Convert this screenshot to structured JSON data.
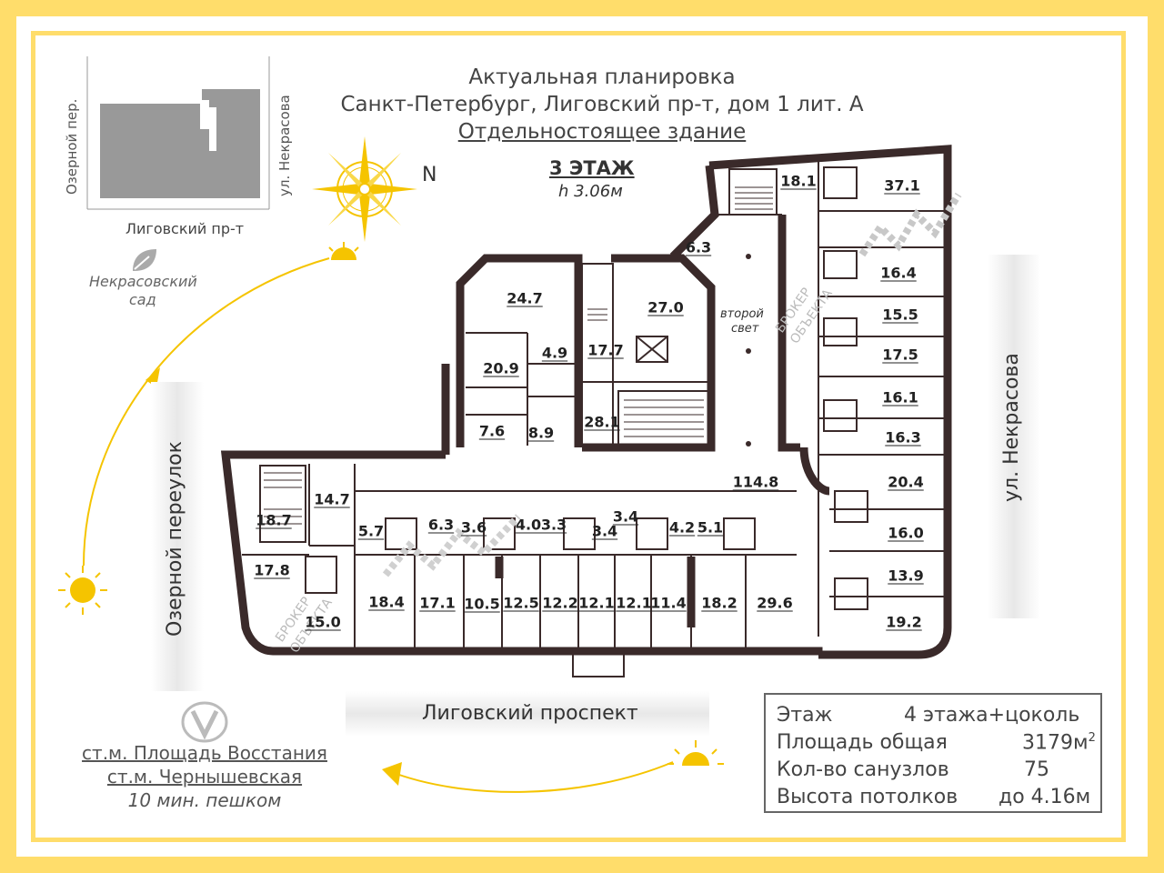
{
  "header": {
    "line1": "Актуальная планировка",
    "line2": "Санкт-Петербург, Лиговский пр-т, дом 1 лит. А",
    "line3": "Отдельностоящее здание"
  },
  "floor": {
    "label": "3 ЭТАЖ",
    "height": "h 3.06м"
  },
  "compass": {
    "north_label": "N"
  },
  "minimap": {
    "left_street": "Озерной пер.",
    "right_street": "ул. Некрасова",
    "bottom_street": "Лиговский пр-т"
  },
  "park": {
    "name_line1": "Некрасовский",
    "name_line2": "сад"
  },
  "streets": {
    "west": "Озерной переулок",
    "east": "ул. Некрасова",
    "south": "Лиговский проспект"
  },
  "second_light": {
    "line1": "второй",
    "line2": "свет"
  },
  "watermark": {
    "line1": "БРОКЕР",
    "line2": "ОБЪЕКТА"
  },
  "rooms": [
    "18.1",
    "37.1",
    "6.3",
    "24.7",
    "27.0",
    "16.4",
    "15.5",
    "17.5",
    "20.9",
    "4.9",
    "17.7",
    "16.1",
    "16.3",
    "7.6",
    "8.9",
    "28.1",
    "114.8",
    "20.4",
    "16.0",
    "14.7",
    "18.7",
    "5.7",
    "6.3",
    "3.6",
    "4.0",
    "3.3",
    "3.4",
    "3.4",
    "4.2",
    "5.1",
    "17.8",
    "13.9",
    "19.2",
    "18.4",
    "17.1",
    "10.5",
    "12.5",
    "12.2",
    "12.1",
    "12.1",
    "11.4",
    "18.2",
    "29.6",
    "15.0"
  ],
  "metro": {
    "station1": "ст.м. Площадь Восстания",
    "station2": "ст.м. Чернышевская",
    "walk": "10 мин. пешком"
  },
  "stats": {
    "rows": [
      {
        "label": "Этаж",
        "value": "4 этажа+цоколь"
      },
      {
        "label": "Площадь общая",
        "value": "3179м"
      },
      {
        "label": "Кол-во санузлов",
        "value": "75"
      },
      {
        "label": "Высота потолков",
        "value": "до 4.16м"
      }
    ],
    "area_sup": "2"
  },
  "colors": {
    "accent": "#ffdd6b",
    "wall": "#3a2a2a",
    "sun": "#f5c400"
  }
}
